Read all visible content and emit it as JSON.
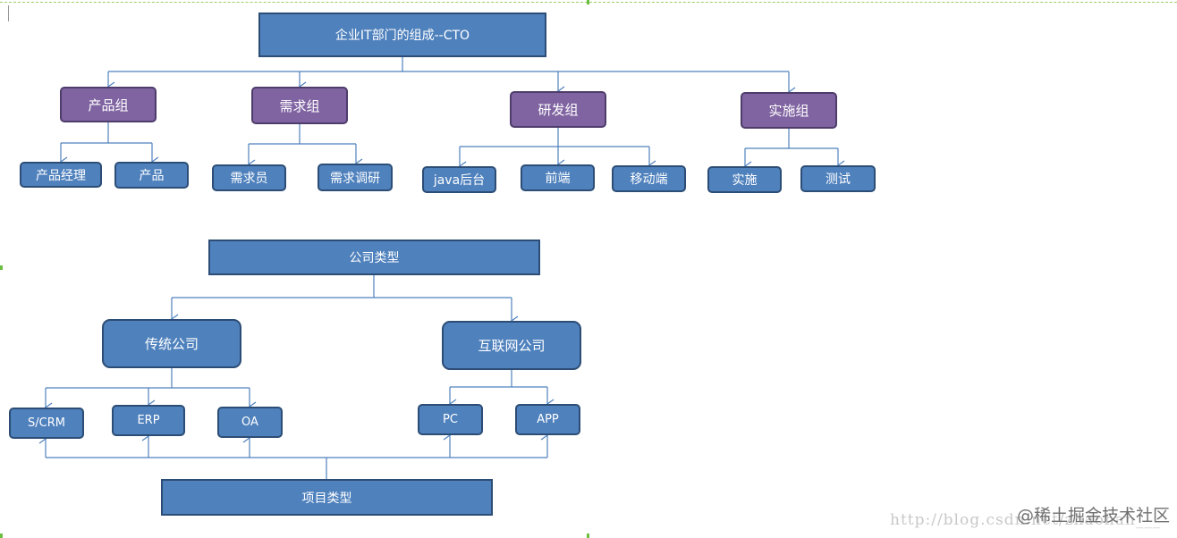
{
  "chart1": {
    "root": "企业IT部门的组成--CTO",
    "groups": [
      {
        "label": "产品组",
        "children": [
          "产品经理",
          "产品"
        ]
      },
      {
        "label": "需求组",
        "children": [
          "需求员",
          "需求调研"
        ]
      },
      {
        "label": "研发组",
        "children": [
          "java后台",
          "前端",
          "移动端"
        ]
      },
      {
        "label": "实施组",
        "children": [
          "实施",
          "测试"
        ]
      }
    ]
  },
  "chart2": {
    "root": "公司类型",
    "groups": [
      {
        "label": "传统公司",
        "children": [
          "S/CRM",
          "ERP",
          "OA"
        ]
      },
      {
        "label": "互联网公司",
        "children": [
          "PC",
          "APP"
        ]
      }
    ],
    "bottom": "项目类型"
  },
  "watermark": {
    "url": "http://blog.csdn.net/zhaohan___",
    "brand": "@稀土掘金技术社区"
  },
  "colors": {
    "node_fill": "#4f81bd",
    "node_border": "#2c4d75",
    "group_fill": "#8064a2",
    "connector": "#4f81bd"
  }
}
